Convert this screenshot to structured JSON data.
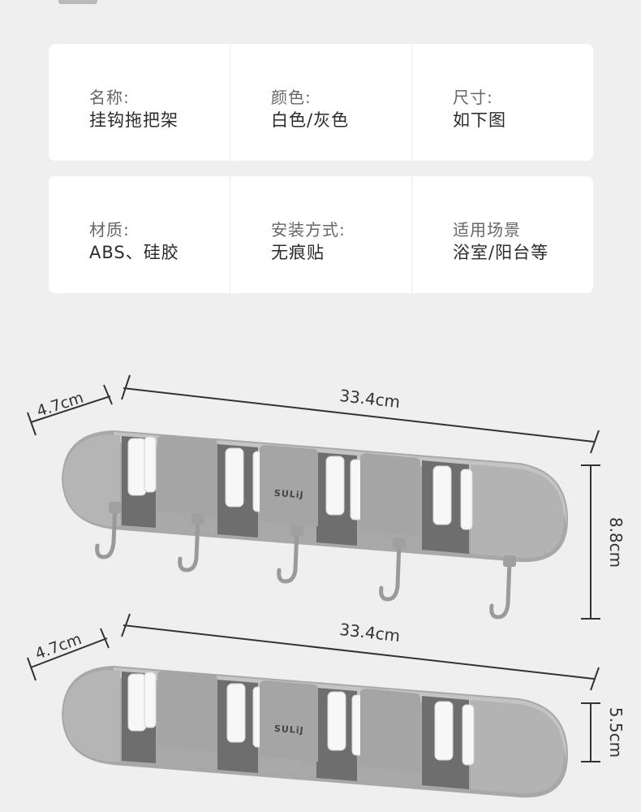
{
  "specs": [
    {
      "label": "名称:",
      "value": "挂钩拖把架"
    },
    {
      "label": "颜色:",
      "value": "白色/灰色"
    },
    {
      "label": "尺寸:",
      "value": "如下图"
    },
    {
      "label": "材质:",
      "value": "ABS、硅胶"
    },
    {
      "label": "安装方式:",
      "value": "无痕贴"
    },
    {
      "label": "适用场景",
      "value": "浴室/阳台等"
    }
  ],
  "product_hooks": {
    "brand": "SULiJ",
    "width_label": "33.4cm",
    "depth_label": "4.7cm",
    "height_label": "8.8cm"
  },
  "product_plain": {
    "brand": "SULiJ",
    "width_label": "33.4cm",
    "depth_label": "4.7cm",
    "height_label": "5.5cm"
  },
  "colors": {
    "background": "#efefef",
    "card": "#ffffff",
    "rack_gray": "#a8a8a8",
    "clip_white": "#f7f7f7"
  }
}
